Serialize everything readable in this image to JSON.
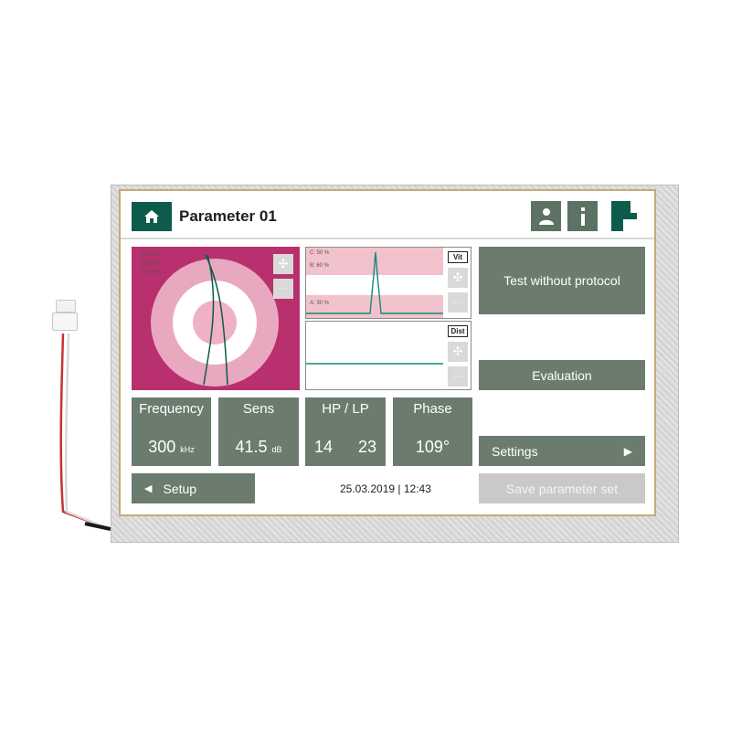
{
  "colors": {
    "accent": "#0e5b4b",
    "tile": "#6b7c6e",
    "disabled": "#c9c9c9",
    "polar_bg": "#b8306d"
  },
  "header": {
    "title": "Parameter 01",
    "home_icon": "home-icon",
    "user_icon": "user-icon",
    "info_icon": "info-icon",
    "logo": "brand-logo"
  },
  "polar": {
    "labels": [
      "A: 33 %",
      "B: 60 %",
      "C: 60 %"
    ],
    "icons": [
      "move-icon",
      "more-icon"
    ]
  },
  "vit_panel": {
    "tag": "Vit",
    "labels": [
      "C: 50 %",
      "B: 60 %",
      "A: 30 %"
    ]
  },
  "dist_panel": {
    "tag": "Dist"
  },
  "tiles": [
    {
      "label": "Frequency",
      "value": "300",
      "unit": "kHz"
    },
    {
      "label": "Sens",
      "value": "41.5",
      "unit": "dB"
    },
    {
      "label": "HP / LP",
      "value_left": "14",
      "value_right": "23"
    },
    {
      "label": "Phase",
      "value": "109°"
    }
  ],
  "buttons": {
    "test_without_protocol": "Test without protocol",
    "evaluation": "Evaluation",
    "settings": "Settings",
    "setup": "Setup",
    "save_parameter_set": "Save parameter set"
  },
  "datetime": "25.03.2019 | 12:43"
}
